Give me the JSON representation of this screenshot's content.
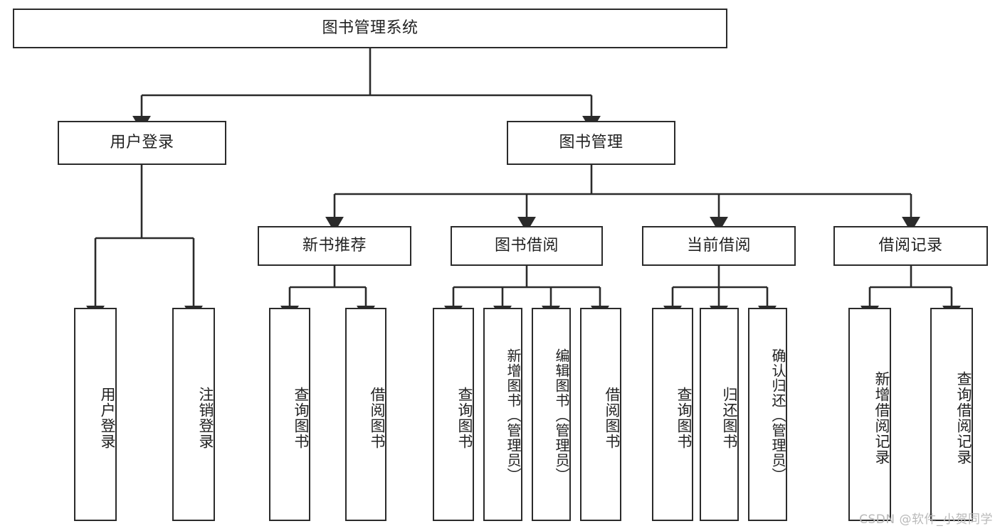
{
  "diagram": {
    "title": "图书管理系统",
    "type": "tree",
    "colors": {
      "stroke": "#2b2b2b",
      "fill": "#ffffff",
      "text": "#222222",
      "watermark": "#b9b9b9"
    },
    "root": {
      "label": "图书管理系统"
    },
    "level2": [
      {
        "label": "用户登录"
      },
      {
        "label": "图书管理"
      }
    ],
    "level3": [
      {
        "label": "新书推荐"
      },
      {
        "label": "图书借阅"
      },
      {
        "label": "当前借阅"
      },
      {
        "label": "借阅记录"
      }
    ],
    "leaves": {
      "user_login": [
        {
          "label": "用户登录"
        },
        {
          "label": "注销登录"
        }
      ],
      "new_book_recommend": [
        {
          "label": "查询图书"
        },
        {
          "label": "借阅图书"
        }
      ],
      "book_borrow": [
        {
          "label": "查询图书"
        },
        {
          "label": "新增图书（管理员）"
        },
        {
          "label": "编辑图书（管理员）"
        },
        {
          "label": "借阅图书"
        }
      ],
      "current_borrow": [
        {
          "label": "查询图书"
        },
        {
          "label": "归还图书"
        },
        {
          "label": "确认归还（管理员）"
        }
      ],
      "borrow_record": [
        {
          "label": "新增借阅记录"
        },
        {
          "label": "查询借阅记录"
        }
      ]
    }
  },
  "watermark": {
    "text": "CSDN @软件_小贺同学"
  }
}
